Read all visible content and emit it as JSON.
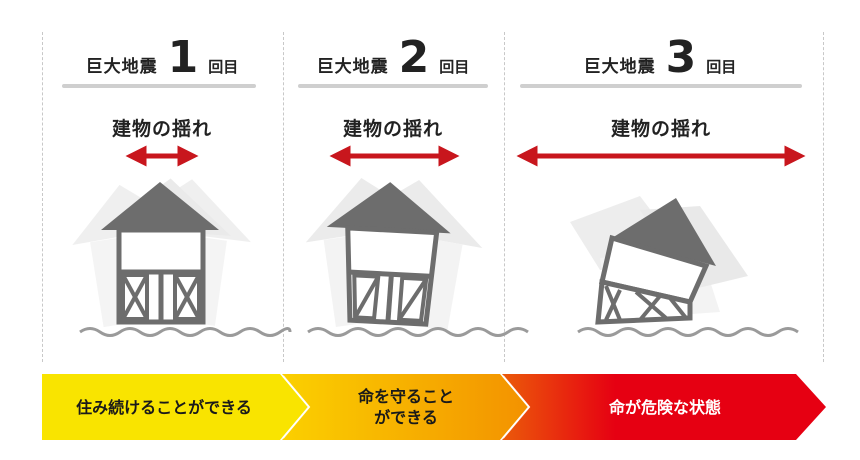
{
  "columns": [
    {
      "prefix": "巨大地震",
      "number": "1",
      "suffix": "回目",
      "shake_label": "建物の揺れ"
    },
    {
      "prefix": "巨大地震",
      "number": "2",
      "suffix": "回目",
      "shake_label": "建物の揺れ"
    },
    {
      "prefix": "巨大地震",
      "number": "3",
      "suffix": "回目",
      "shake_label": "建物の揺れ"
    }
  ],
  "stages": [
    {
      "line1": "住み続けることができる",
      "line2": ""
    },
    {
      "line1": "命を守ること",
      "line2": "ができる"
    },
    {
      "line1": "命が危険な状態",
      "line2": ""
    }
  ],
  "colors": {
    "arrow": "#c8161d",
    "house": "#6d6d6d",
    "shadow": "#cfcfcf",
    "ground": "#9a9a9a",
    "stage_yellow": "#f9e400",
    "stage_orange": "#f29400",
    "stage_red": "#e60012"
  }
}
